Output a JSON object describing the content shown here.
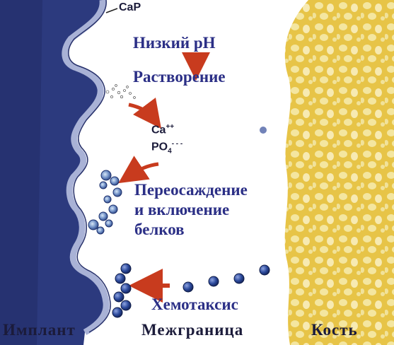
{
  "labels": {
    "cap": "CaP",
    "low_ph": "Низкий рН",
    "dissolution": "Растворение",
    "ca": "Ca",
    "ca_sup": "++",
    "po": "PO",
    "po_sub": "4",
    "po_sup": "- - -",
    "reprecipitation_line1": "Переосаждение",
    "reprecipitation_line2": "и включение",
    "reprecipitation_line3": "белков",
    "chemotaxis": "Хемотаксис"
  },
  "footer": {
    "implant": "Имплант",
    "interface": "Межграница",
    "bone": "Кость"
  },
  "colors": {
    "implant": "#2c3a7e",
    "cap_layer": "#a9b2d6",
    "bone": "#e7c447",
    "bone_pore": "#f4e6a0",
    "text": "#2b2f86",
    "arrow": "#c83b1e",
    "cell": "#253b88"
  }
}
